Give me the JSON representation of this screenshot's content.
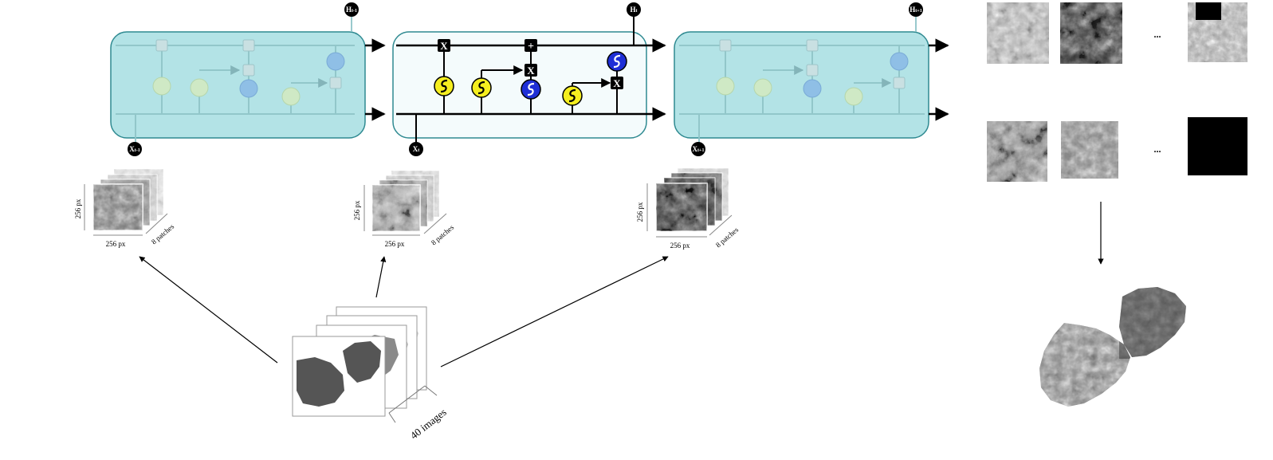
{
  "lstm_cells": [
    {
      "input_label": "X",
      "input_sub": "t-1",
      "output_label": "H",
      "output_sub": "t-1",
      "active": false
    },
    {
      "input_label": "X",
      "input_sub": "t",
      "output_label": "H",
      "output_sub": "t",
      "active": true
    },
    {
      "input_label": "X",
      "input_sub": "t+1",
      "output_label": "H",
      "output_sub": "t+1",
      "active": false
    }
  ],
  "gate_symbols": {
    "multiply": "X",
    "add": "+",
    "sigmoid": "S"
  },
  "patch_stacks": [
    {
      "height_label": "256 px",
      "width_label": "256 px",
      "depth_label": "8 patches"
    },
    {
      "height_label": "256 px",
      "width_label": "256 px",
      "depth_label": "8 patches"
    },
    {
      "height_label": "256 px",
      "width_label": "256 px",
      "depth_label": "8 patches"
    }
  ],
  "image_stack": {
    "count_label": "40 images"
  },
  "output_rows": {
    "ellipsis": "..."
  },
  "colors": {
    "cell_fill_faded": "#b3e3e6",
    "cell_fill_active": "#f4fbfc",
    "cell_border": "#2f8a91",
    "sigmoid_yellow": "#f5ee1f",
    "sigmoid_blue": "#1f2fd6",
    "sigmoid_faded_green": "#cfe9c5",
    "sigmoid_faded_blue": "#8fbfe6"
  }
}
